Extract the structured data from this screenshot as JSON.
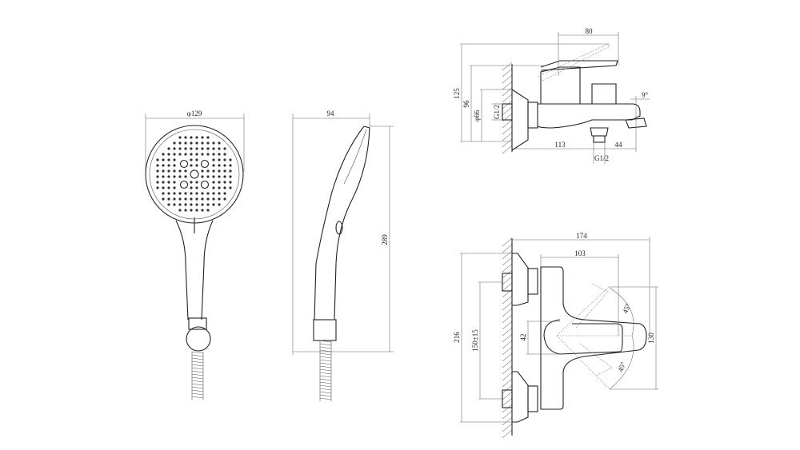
{
  "hand_shower_front": {
    "diameter_label": "φ129"
  },
  "hand_shower_side": {
    "width_label": "94",
    "length_label": "289"
  },
  "mixer_side_view": {
    "handle_reach_label": "80",
    "total_height_label": "125",
    "body_height_label": "96",
    "flange_diameter_label": "φ66",
    "inlet_thread_label": "G1/2",
    "spout_angle_label": "9°",
    "outlet_offset_label": "113",
    "spout_tip_label": "44",
    "outlet_thread_label": "G1/2"
  },
  "mixer_top_view": {
    "total_width_label": "174",
    "body_width_label": "103",
    "total_length_label": "216",
    "inlet_spacing_label": "150±15",
    "handle_width_label": "42",
    "handle_swing_label": "130",
    "angle_up_label": "45°",
    "angle_down_label": "45°"
  }
}
